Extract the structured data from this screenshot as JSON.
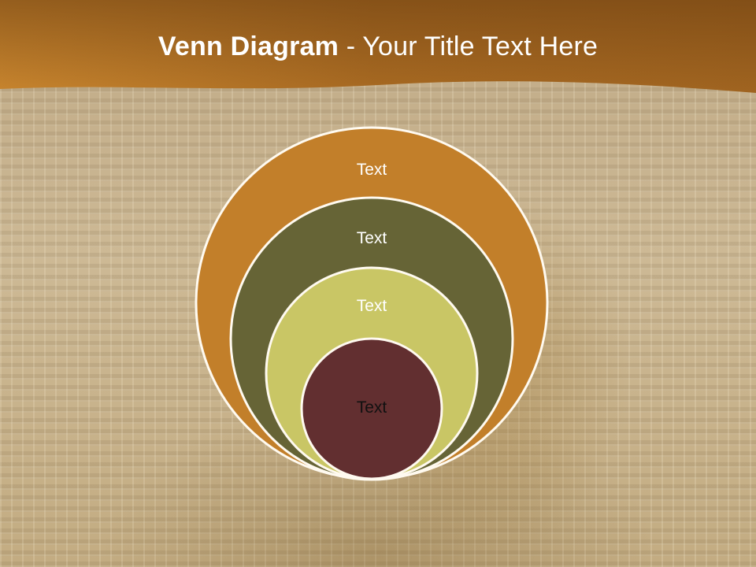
{
  "slide": {
    "title_bold": "Venn Diagram",
    "title_rest": " - Your Title Text Here"
  },
  "diagram": {
    "circles": [
      {
        "label": "Text",
        "fill": "#c27f2a",
        "text_color": "#ffffff"
      },
      {
        "label": "Text",
        "fill": "#666436",
        "text_color": "#ffffff"
      },
      {
        "label": "Text",
        "fill": "#c9c665",
        "text_color": "#ffffff"
      },
      {
        "label": "Text",
        "fill": "#622f30",
        "text_color": "#111111"
      }
    ],
    "outline_color": "#fffaf0"
  },
  "colors": {
    "banner_dark": "#7b4a16",
    "banner_light": "#c0802f"
  }
}
